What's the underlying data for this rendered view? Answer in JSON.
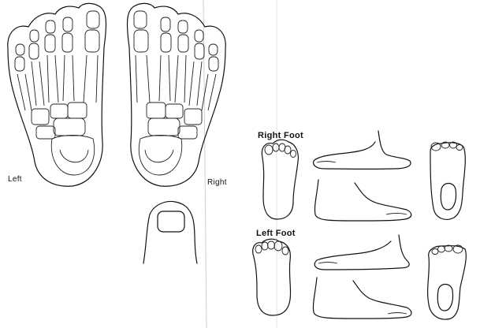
{
  "labels": {
    "left": "Left",
    "right": "Right",
    "right_foot": "Right Foot",
    "left_foot": "Left Foot"
  }
}
